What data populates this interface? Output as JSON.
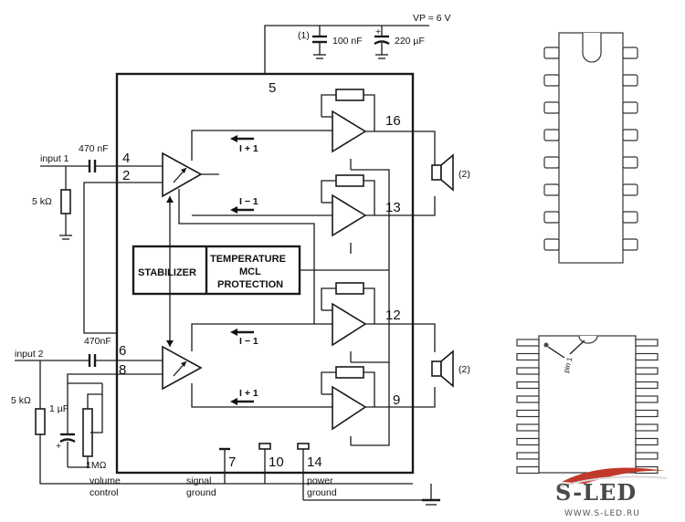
{
  "schematic": {
    "supply_label": "VP = 6 V",
    "cap_note": "(1)",
    "cap1": "100 nF",
    "cap2": "220 µF",
    "pins": {
      "p5": "5",
      "p4": "4",
      "p2": "2",
      "p6": "6",
      "p8": "8",
      "p16": "16",
      "p13": "13",
      "p12": "12",
      "p9": "9",
      "p7": "7",
      "p10": "10",
      "p14": "14"
    },
    "input1": "input 1",
    "input2": "input 2",
    "c_in1": "470 nF",
    "c_in2": "470nF",
    "r1": "5 kΩ",
    "r2": "5 kΩ",
    "c_vol": "1 µF",
    "pot": "1MΩ",
    "vol_1": "volume",
    "vol_2": "control",
    "sig_1": "signal",
    "sig_2": "ground",
    "pwr_1": "power",
    "pwr_2": "ground",
    "i_plus_a": "I + 1",
    "i_minus_a": "I − 1",
    "i_minus_b": "I − 1",
    "i_plus_b": "I + 1",
    "speaker_note_1": "(2)",
    "speaker_note_2": "(2)",
    "stabilizer": "STABILIZER",
    "protect_1": "TEMPERATURE",
    "protect_2": "MCL",
    "protect_3": "PROTECTION"
  },
  "packages": {
    "so_pin1_label": "pin 1"
  },
  "watermark": {
    "brand": "S-LED",
    "url": "WWW.S-LED.RU"
  }
}
